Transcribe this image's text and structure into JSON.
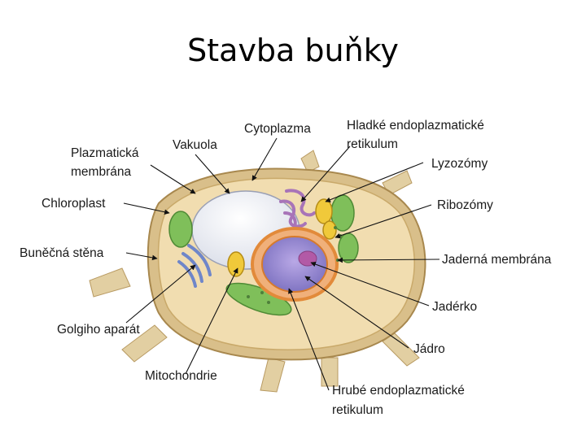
{
  "title": "Stavba buňky",
  "labels": {
    "plazmaticka_1": "Plazmatická",
    "plazmaticka_2": "membrána",
    "vakuola": "Vakuola",
    "cytoplazma": "Cytoplazma",
    "hladke_er_1": "Hladké endoplazmatické",
    "hladke_er_2": "retikulum",
    "lyzozomy": "Lyzozómy",
    "chloroplast": "Chloroplast",
    "ribozomy": "Ribozómy",
    "bunecna_stena": "Buněčná stěna",
    "jaderna_membrana": "Jaderná membrána",
    "jaderko": "Jadérko",
    "golgiho": "Golgiho aparát",
    "jadro": "Jádro",
    "mitochondrie": "Mitochondrie",
    "hrube_er_1": "Hrubé endoplazmatické",
    "hrube_er_2": "retikulum"
  },
  "colors": {
    "cell_wall": "#d9bf8a",
    "cytoplasm": "#f1ddb0",
    "vacuole": "#e9ecf3",
    "nucleus": "#8f86cc",
    "nuclear_membrane": "#e28a3a",
    "chloroplast": "#7fbf5a",
    "mitochondria": "#f0c93a",
    "golgi": "#6f86c9",
    "smooth_er": "#a874b8"
  }
}
